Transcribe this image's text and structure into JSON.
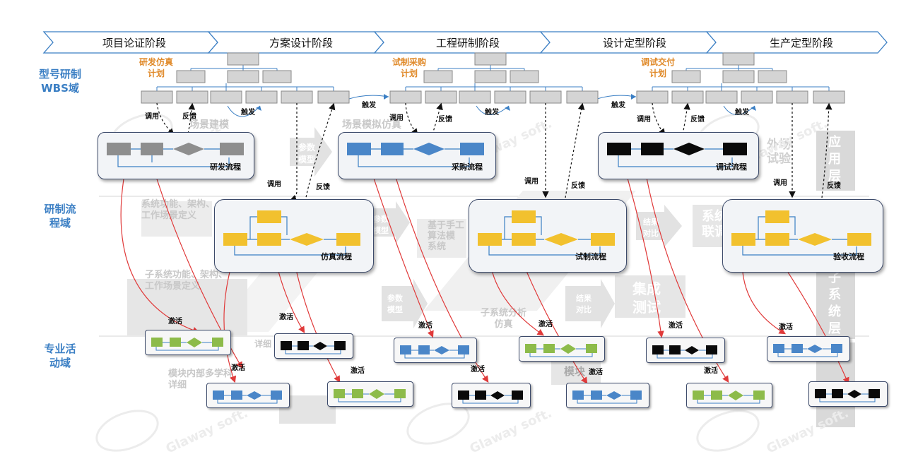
{
  "phases": [
    "项目论证阶段",
    "方案设计阶段",
    "工程研制阶段",
    "设计定型阶段",
    "生产定型阶段"
  ],
  "domains": {
    "wbs": "型号研制\nWBS域",
    "process": "研制流\n程域",
    "activity": "专业活\n动域"
  },
  "plans": [
    "研发仿真\n计划",
    "试制采购\n计划",
    "调试交付\n计划"
  ],
  "labels": {
    "call": "调用",
    "feedback": "反馈",
    "trigger": "触发",
    "activate": "激活"
  },
  "processes": {
    "rd": "研发流程",
    "purchase": "采购流程",
    "debug": "调试流程",
    "sim": "仿真流程",
    "trial": "试制流程",
    "accept": "验收流程"
  },
  "background_text": {
    "scene_modeling": "场景建模",
    "scene_sim": "场景模拟仿真",
    "param_model": "参数\n模型",
    "sys_func": "系统功能、架构、\n工作场景定义",
    "sub_func": "子系统功能、架构、\n工作场景定义",
    "algo": "基于手工\n算法模\n系统",
    "result_compare": "结果\n对比",
    "sys_joint": "系统\n联调",
    "integration": "集成\n测试",
    "sub_analysis": "子系统分析\n仿真",
    "module_internal": "模块内部多学科\n详细",
    "detail": "详细",
    "module": "模块",
    "app_layer": "应\n用\n层",
    "sub_layer": "子\n系\n统\n层",
    "field_test": "外场\n试验",
    "gw_watermark": "Glaway soft."
  },
  "colors": {
    "blue_label": "#3b7fc4",
    "orange_label": "#e08a2a",
    "gray_fill": "#8e8e8e",
    "blue_fill": "#4a86c8",
    "yellow_fill": "#f2c12e",
    "black_fill": "#0a0a0a",
    "green_fill": "#8dbb4a",
    "red_arrow": "#e03a3a"
  }
}
